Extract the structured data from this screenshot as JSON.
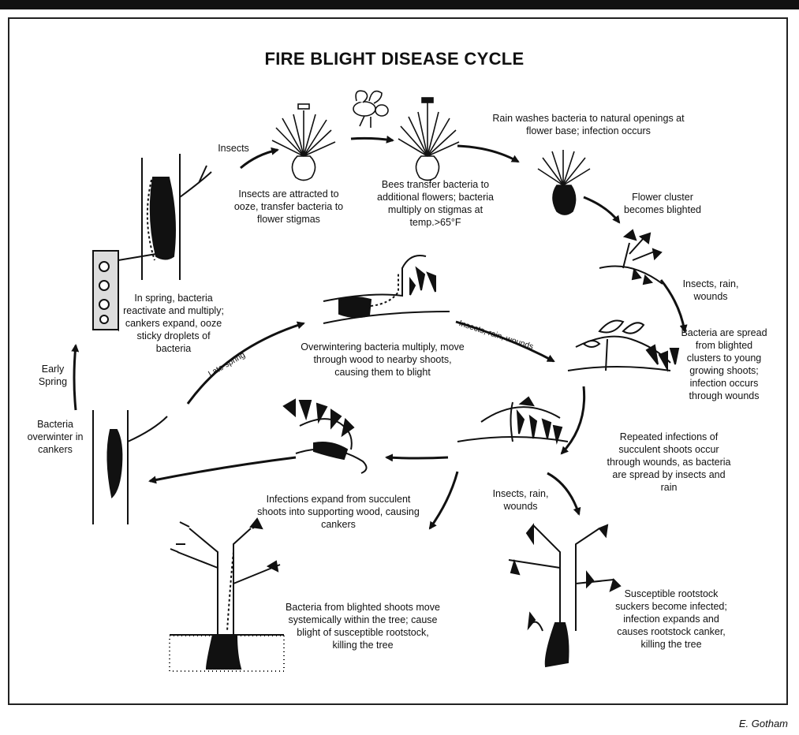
{
  "title": "FIRE BLIGHT DISEASE CYCLE",
  "credit": "E. Gotham",
  "labels": {
    "insects": "Insects",
    "insects_attracted": "Insects are attracted to ooze, transfer bacteria to flower stigmas",
    "bees_transfer": "Bees transfer bacteria to additional flowers; bacteria multiply on stigmas at temp.>65°F",
    "rain_washes": "Rain washes bacteria to natural openings at flower base; infection occurs",
    "flower_cluster": "Flower cluster becomes blighted",
    "insects_rain_wounds_1": "Insects, rain, wounds",
    "bacteria_spread": "Bacteria are spread from blighted clusters to young growing shoots; infection occurs through wounds",
    "repeated_infections": "Repeated infections of succulent shoots occur through wounds, as bacteria are spread by insects and rain",
    "insects_rain_wounds_2": "Insects, rain, wounds",
    "rootstock": "Susceptible rootstock suckers become infected; infection expands and causes rootstock canker, killing the tree",
    "systemic": "Bacteria from blighted shoots move systemically within the tree; cause blight of susceptible rootstock, killing the tree",
    "infections_expand": "Infections expand from succulent shoots into supporting wood, causing cankers",
    "overwinter": "Bacteria overwinter in cankers",
    "early_spring": "Early Spring",
    "in_spring": "In spring, bacteria reactivate and multiply; cankers expand, ooze sticky droplets of bacteria",
    "overwintering": "Overwintering bacteria multiply, move through wood to nearby shoots, causing them to blight",
    "late_spring": "Late spring",
    "insects_rain_wounds_3": "Insects, rain, wounds"
  }
}
